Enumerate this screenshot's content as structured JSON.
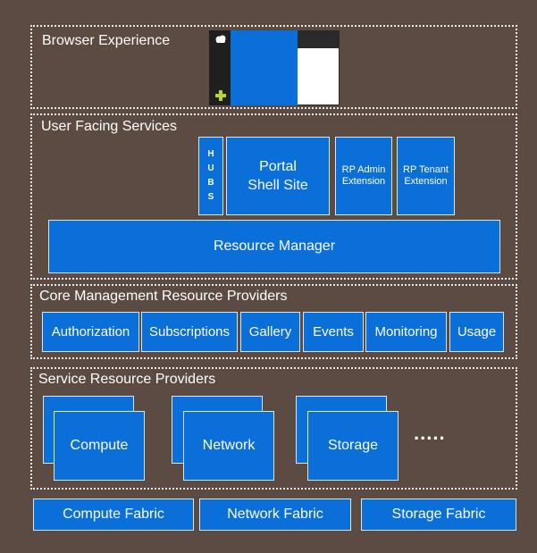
{
  "sections": {
    "browser_experience": "Browser Experience",
    "user_facing_services": "User Facing Services",
    "core_management": "Core Management Resource Providers",
    "service_resource_providers": "Service Resource Providers"
  },
  "user_facing": {
    "hubs_letters": [
      "H",
      "U",
      "B",
      "S"
    ],
    "portal_line1": "Portal",
    "portal_line2": "Shell Site",
    "rp_admin_line1": "RP Admin",
    "rp_admin_line2": "Extension",
    "rp_tenant_line1": "RP Tenant",
    "rp_tenant_line2": "Extension",
    "resource_manager": "Resource Manager"
  },
  "core_providers": [
    "Authorization",
    "Subscriptions",
    "Gallery",
    "Events",
    "Monitoring",
    "Usage"
  ],
  "service_providers": {
    "compute": "Compute",
    "network": "Network",
    "storage": "Storage",
    "more": "....."
  },
  "fabrics": [
    "Compute Fabric",
    "Network Fabric",
    "Storage Fabric"
  ],
  "colors": {
    "background": "#5b4b42",
    "box_blue": "#0a6fd8",
    "plus_green": "#b6d72a"
  },
  "icons": {
    "browser_top": "cloud-icon",
    "browser_bottom": "plus-icon"
  }
}
